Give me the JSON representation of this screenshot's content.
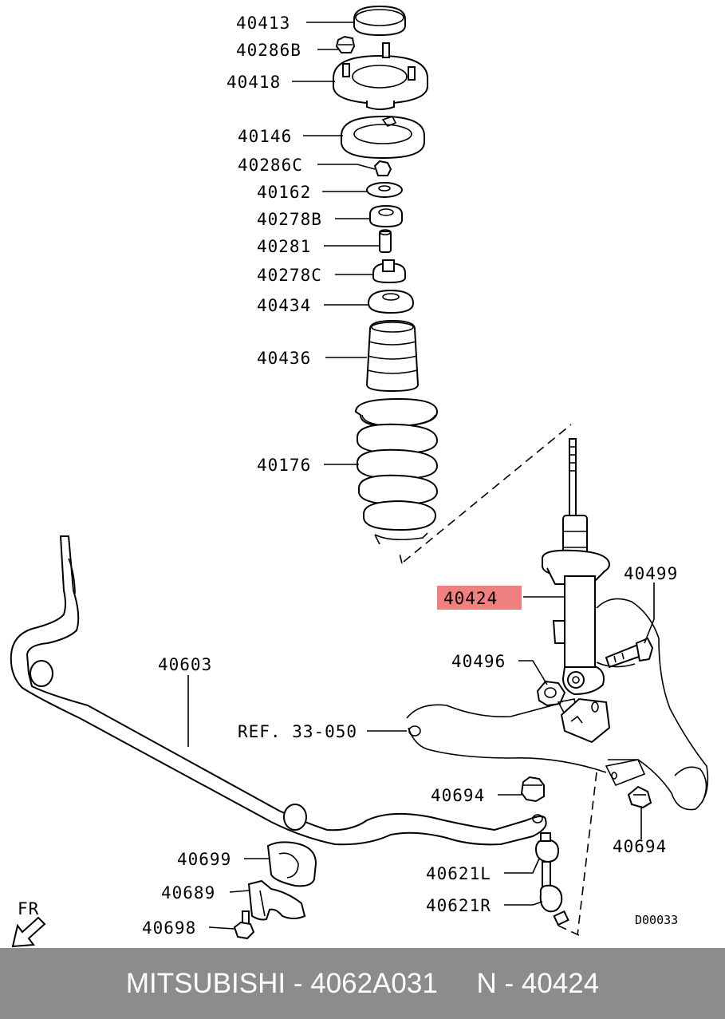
{
  "diagram": {
    "labels": {
      "p40413": "40413",
      "p40286b": "40286B",
      "p40418": "40418",
      "p40146": "40146",
      "p40286c": "40286C",
      "p40162": "40162",
      "p40278b": "40278B",
      "p40281": "40281",
      "p40278c": "40278C",
      "p40434": "40434",
      "p40436": "40436",
      "p40176": "40176",
      "p40499": "40499",
      "p40424": "40424",
      "p40496": "40496",
      "p40603": "40603",
      "ref": "REF. 33-050",
      "p40694a": "40694",
      "p40694b": "40694",
      "p40699": "40699",
      "p40621l": "40621L",
      "p40621r": "40621R",
      "p40689": "40689",
      "p40698": "40698",
      "fr": "FR",
      "code": "D00033"
    },
    "highlight_color": "#f08080"
  },
  "footer": {
    "text": "MITSUBISHI - 4062A031     N - 40424"
  }
}
